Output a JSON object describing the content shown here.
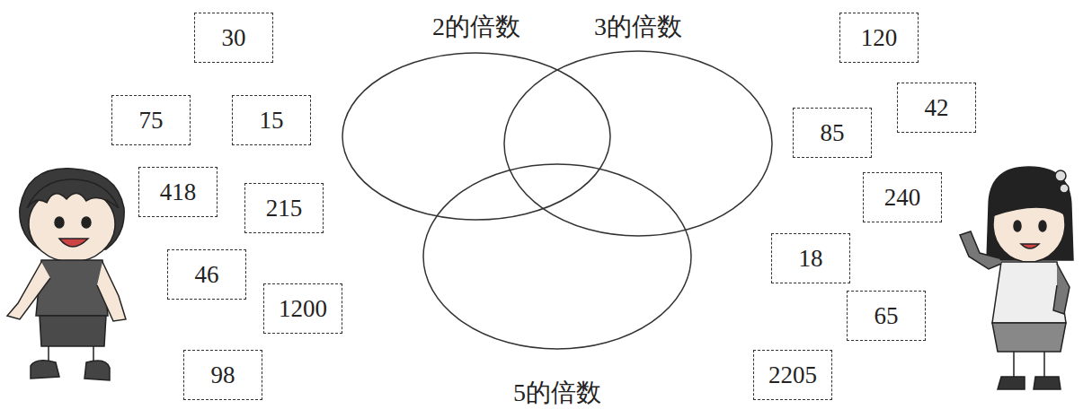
{
  "diagram": {
    "nodes": [
      {
        "text": [
          "30"
        ]
      },
      {
        "text": [
          "75"
        ]
      },
      {
        "text": [
          "15"
        ]
      },
      {
        "text": [
          "418"
        ]
      },
      {
        "text": [
          "215"
        ]
      },
      {
        "text": [
          "46"
        ]
      },
      {
        "text": [
          "1200"
        ]
      },
      {
        "text": [
          "98"
        ]
      },
      {
        "text": [
          "2的倍数"
        ]
      },
      {
        "text": [
          "3的倍数"
        ]
      },
      {
        "text": [
          "5的倍数"
        ]
      },
      {
        "text": [
          "120"
        ]
      },
      {
        "text": [
          "42"
        ]
      },
      {
        "text": [
          "85"
        ]
      },
      {
        "text": [
          "240"
        ]
      },
      {
        "text": [
          "18"
        ]
      },
      {
        "text": [
          "65"
        ]
      },
      {
        "text": [
          "2205"
        ]
      }
    ]
  }
}
